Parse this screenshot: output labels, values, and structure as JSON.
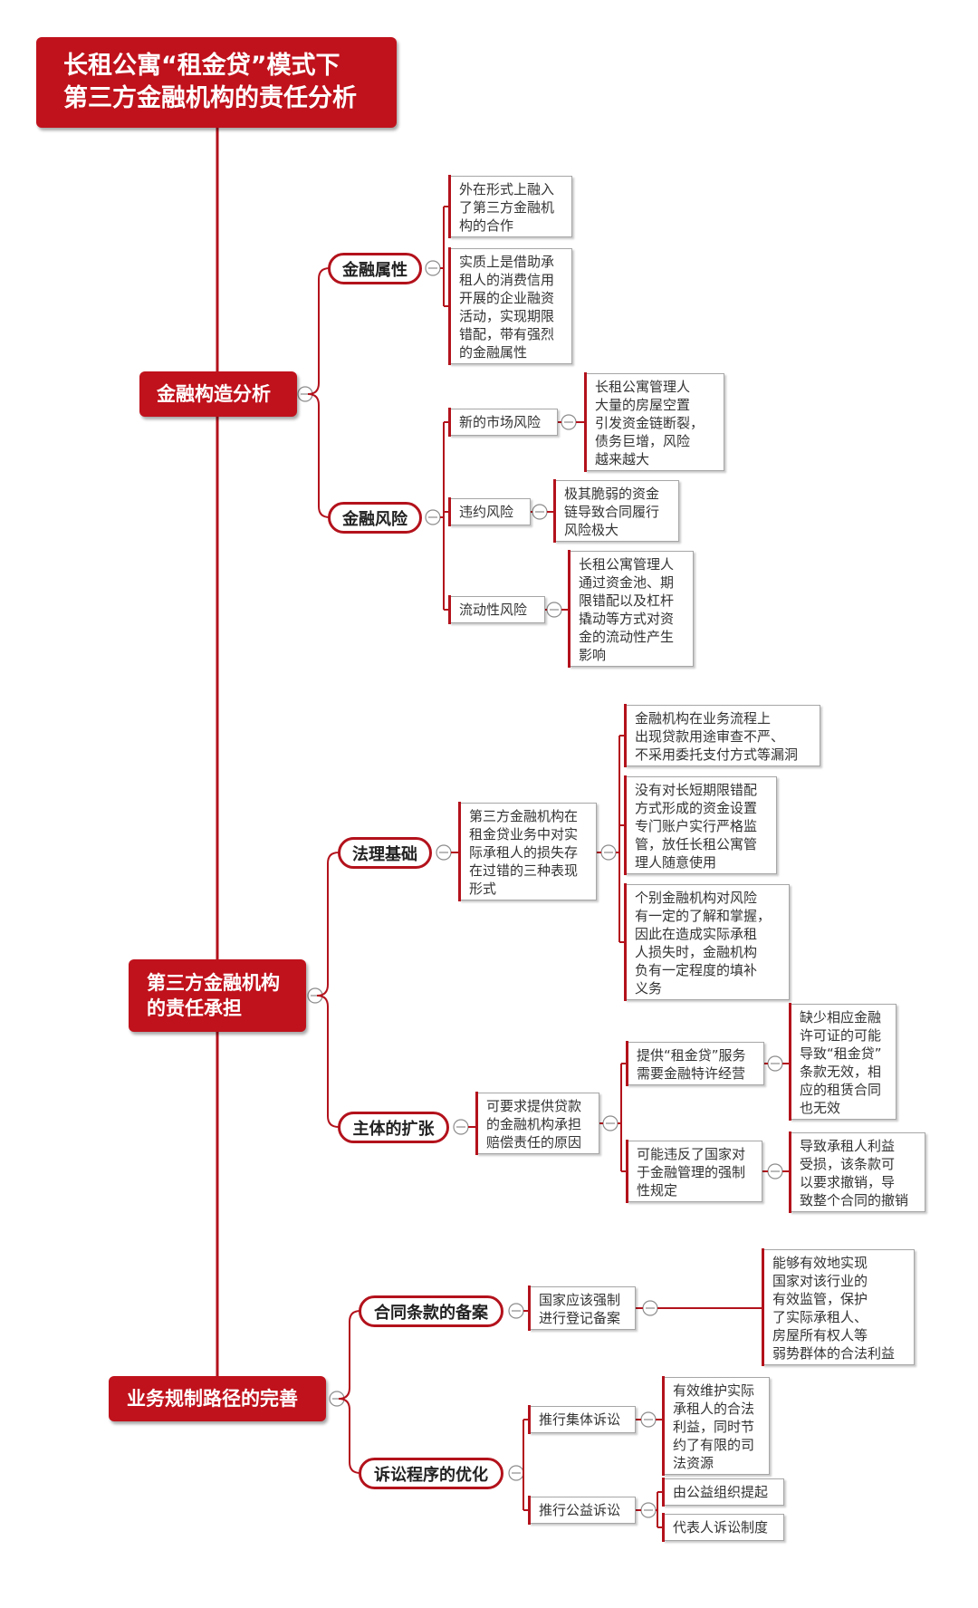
{
  "accent_color": "#c0121c",
  "line_color": "#b3121c",
  "root": {
    "lines": [
      "长租公寓“租金贷”模式下",
      "第三方金融机构的责任分析"
    ]
  },
  "branches": [
    {
      "label": "金融构造分析",
      "children": [
        {
          "label": "金融属性",
          "children": [
            {
              "lines": [
                "外在形式上融入",
                "了第三方金融机",
                "构的合作"
              ]
            },
            {
              "lines": [
                "实质上是借助承",
                "租人的消费信用",
                "开展的企业融资",
                "活动，实现期限",
                "错配，带有强烈",
                "的金融属性"
              ]
            }
          ]
        },
        {
          "label": "金融风险",
          "children": [
            {
              "lines": [
                "新的市场风险"
              ],
              "children": [
                {
                  "lines": [
                    "长租公寓管理人",
                    "大量的房屋空置",
                    "引发资金链断裂，",
                    "债务巨增，风险",
                    "越来越大"
                  ]
                }
              ]
            },
            {
              "lines": [
                "违约风险"
              ],
              "children": [
                {
                  "lines": [
                    "极其脆弱的资金",
                    "链导致合同履行",
                    "风险极大"
                  ]
                }
              ]
            },
            {
              "lines": [
                "流动性风险"
              ],
              "children": [
                {
                  "lines": [
                    "长租公寓管理人",
                    "通过资金池、期",
                    "限错配以及杠杆",
                    "撬动等方式对资",
                    "金的流动性产生",
                    "影响"
                  ]
                }
              ]
            }
          ]
        }
      ]
    },
    {
      "label_lines": [
        "第三方金融机构",
        "的责任承担"
      ],
      "children": [
        {
          "label": "法理基础",
          "children": [
            {
              "lines": [
                "第三方金融机构在",
                "租金贷业务中对实",
                "际承租人的损失存",
                "在过错的三种表现",
                "形式"
              ],
              "children": [
                {
                  "lines": [
                    "金融机构在业务流程上",
                    "出现贷款用途审查不严、",
                    "不采用委托支付方式等漏洞"
                  ]
                },
                {
                  "lines": [
                    "没有对长短期限错配",
                    "方式形成的资金设置",
                    "专门账户实行严格监",
                    "管，放任长租公寓管",
                    "理人随意使用"
                  ]
                },
                {
                  "lines": [
                    "个别金融机构对风险",
                    "有一定的了解和掌握，",
                    "因此在造成实际承租",
                    "人损失时，金融机构",
                    "负有一定程度的填补",
                    "义务"
                  ]
                }
              ]
            }
          ]
        },
        {
          "label": "主体的扩张",
          "children": [
            {
              "lines": [
                "可要求提供贷款",
                "的金融机构承担",
                "赔偿责任的原因"
              ],
              "children": [
                {
                  "lines": [
                    "提供“租金贷”服务",
                    "需要金融特许经营"
                  ],
                  "children": [
                    {
                      "lines": [
                        "缺少相应金融",
                        "许可证的可能",
                        "导致“租金贷”",
                        "条款无效，相",
                        "应的租赁合同",
                        "也无效"
                      ]
                    }
                  ]
                },
                {
                  "lines": [
                    "可能违反了国家对",
                    "于金融管理的强制",
                    "性规定"
                  ],
                  "children": [
                    {
                      "lines": [
                        "导致承租人利益",
                        "受损，该条款可",
                        "以要求撤销，导",
                        "致整个合同的撤销"
                      ]
                    }
                  ]
                }
              ]
            }
          ]
        }
      ]
    },
    {
      "label": "业务规制路径的完善",
      "children": [
        {
          "label": "合同条款的备案",
          "children": [
            {
              "lines": [
                "国家应该强制",
                "进行登记备案"
              ],
              "children": [
                {
                  "lines": [
                    "能够有效地实现",
                    "国家对该行业的",
                    "有效监管，保护",
                    "了实际承租人、",
                    "房屋所有权人等",
                    "弱势群体的合法利益"
                  ]
                }
              ]
            }
          ]
        },
        {
          "label": "诉讼程序的优化",
          "children": [
            {
              "lines": [
                "推行集体诉讼"
              ],
              "children": [
                {
                  "lines": [
                    "有效维护实际",
                    "承租人的合法",
                    "利益，同时节",
                    "约了有限的司",
                    "法资源"
                  ]
                }
              ]
            },
            {
              "lines": [
                "推行公益诉讼"
              ],
              "children": [
                {
                  "lines": [
                    "由公益组织提起"
                  ]
                },
                {
                  "lines": [
                    "代表人诉讼制度"
                  ]
                }
              ]
            }
          ]
        }
      ]
    }
  ]
}
